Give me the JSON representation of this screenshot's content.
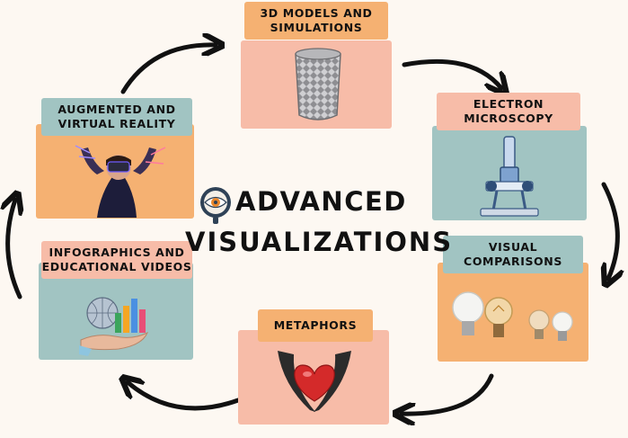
{
  "center": {
    "title_line1": "ADVANCED",
    "title_line2": "VISUALIZATIONS",
    "logo_icon": "eye-magnifier-icon"
  },
  "panels": [
    {
      "id": "3d-models",
      "label": "3D MODELS AND\nSIMULATIONS",
      "image": "lattice-cylinder-icon"
    },
    {
      "id": "electron-microscopy",
      "label": "ELECTRON\nMICROSCOPY",
      "image": "microscope-icon"
    },
    {
      "id": "visual-comparisons",
      "label": "VISUAL\nCOMPARISONS",
      "image": "light-bulbs-icon"
    },
    {
      "id": "metaphors",
      "label": "METAPHORS",
      "image": "heart-in-hands-icon"
    },
    {
      "id": "infographics",
      "label": "INFOGRAPHICS AND\nEDUCATIONAL VIDEOS",
      "image": "hand-globe-chart-icon"
    },
    {
      "id": "ar-vr",
      "label": "AUGMENTED AND\nVIRTUAL REALITY",
      "image": "vr-headset-person-icon"
    }
  ],
  "colors": {
    "background": "#fdf8f2",
    "salmon": "#f7bca8",
    "teal": "#a1c4c2",
    "orange": "#f5b172",
    "arrow": "#111111"
  }
}
